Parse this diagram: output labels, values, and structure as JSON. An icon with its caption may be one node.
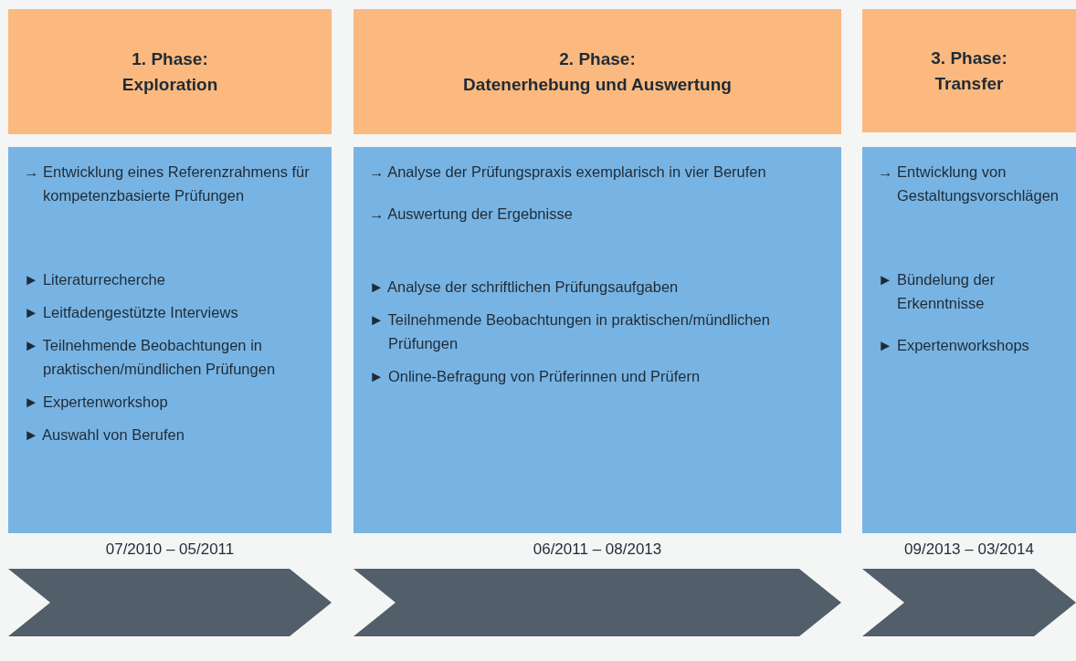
{
  "diagram": {
    "nodes": [
      {
        "text": [
          "1. Phase:",
          "Exploration"
        ]
      },
      {
        "text": [
          "→ Entwicklung eines Referenzrahmens für kompetenzbasierte Prüfungen",
          "► Literaturrecherche",
          "► Leitfadengestützte Interviews",
          "► Teilnehmende Beobachtungen in praktischen/mündlichen Prüfungen",
          "► Expertenworkshop",
          "► Auswahl von Berufen"
        ]
      },
      {
        "text": [
          "2. Phase:",
          "Datenerhebung und Auswertung"
        ]
      },
      {
        "text": [
          "→ Analyse der Prüfungspraxis exemplarisch in vier Berufen",
          "→ Auswertung der Ergebnisse",
          "► Analyse der schriftlichen Prüfungsaufgaben",
          "► Teilnehmende Beobachtungen in praktischen/mündlichen Prüfungen",
          "► Online-Befragung von Prüferinnen und Prüfern"
        ]
      },
      {
        "text": [
          "3. Phase:",
          "Transfer"
        ]
      },
      {
        "text": [
          "→ Entwicklung von Gestaltungsvorschlägen",
          "► Bündelung der Erkenntnisse",
          "► Expertenworkshops"
        ]
      }
    ],
    "labels": [
      "07/2010 – 05/2011",
      "06/2011 – 08/2013",
      "09/2013 – 03/2014"
    ]
  }
}
